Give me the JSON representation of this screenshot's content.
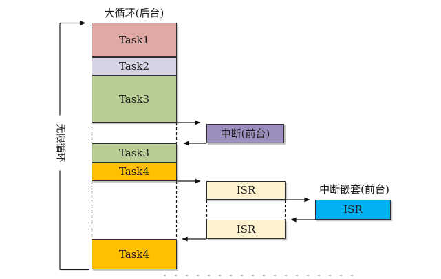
{
  "diagram": {
    "title": "大循环(后台)",
    "loop_label": "无限循环",
    "tasks": [
      {
        "label": "Task1",
        "color": "#e0a9a5"
      },
      {
        "label": "Task2",
        "color": "#d8d3e4"
      },
      {
        "label": "Task3",
        "color": "#b8cd94"
      },
      {
        "label": "Task3",
        "color": "#b8cd94"
      },
      {
        "label": "Task4",
        "color": "#ffc000"
      },
      {
        "label": "Task4",
        "color": "#ffc000"
      }
    ],
    "foreground": {
      "interrupt_label": "中断(前台)",
      "interrupt_color": "#9c8fc0",
      "isr1_label": "ISR",
      "isr2_label": "ISR",
      "isr_color": "#fdf2d0",
      "nested_title": "中断嵌套(前台)",
      "nested_isr_label": "ISR",
      "nested_isr_color": "#00b0f0"
    },
    "line_color": "#1c1c1c"
  }
}
